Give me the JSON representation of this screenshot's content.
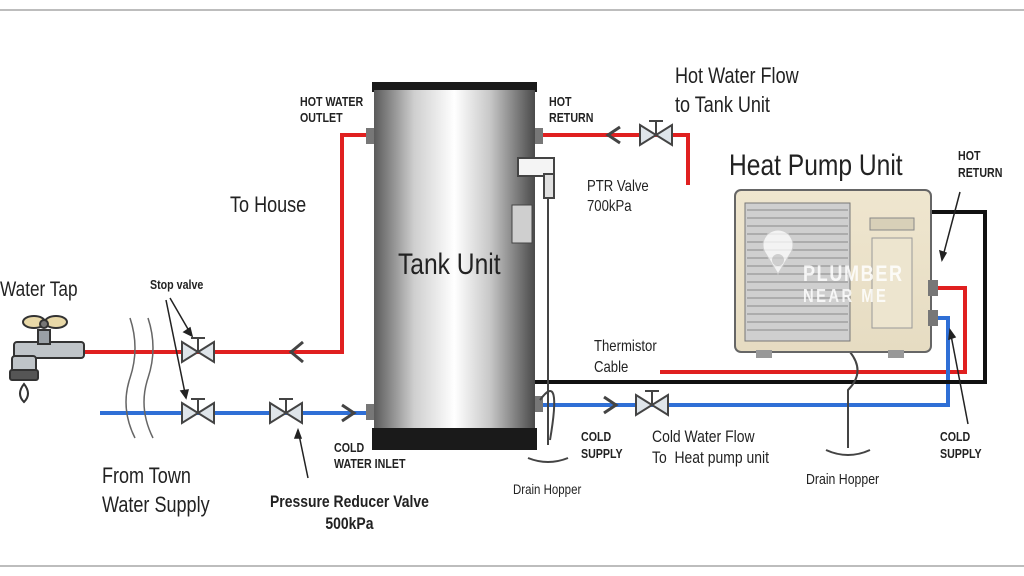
{
  "labels": {
    "water_tap": "Water Tap",
    "stop_valve": "Stop valve",
    "to_house": "To House",
    "hot_water_outlet": "HOT WATER\nOUTLET",
    "tank_unit": "Tank Unit",
    "hot_return_tank": "HOT\nRETURN",
    "hot_water_flow": "Hot Water Flow\nto Tank Unit",
    "ptr_valve": "PTR Valve\n700kPa",
    "heat_pump_unit": "Heat Pump Unit",
    "hot_return_pump": "HOT\nRETURN",
    "thermistor_cable": "Thermistor\nCable",
    "cold_water_inlet": "COLD\nWATER INLET",
    "cold_supply_tank": "COLD\nSUPPLY",
    "cold_water_flow": "Cold Water Flow\nTo  Heat pump unit",
    "cold_supply_pump": "COLD\nSUPPLY",
    "drain_hopper_tank": "Drain Hopper",
    "drain_hopper_pump": "Drain Hopper",
    "from_town": "From Town\nWater Supply",
    "pressure_reducer": "Pressure Reducer Valve\n500kPa"
  },
  "watermark": {
    "line1": "PLUMBER",
    "line2": "NEAR ME"
  },
  "colors": {
    "hot_pipe": "#e02020",
    "cold_pipe": "#2f6fd6",
    "cable": "#111111",
    "tank_cap": "#1a1a1a"
  }
}
